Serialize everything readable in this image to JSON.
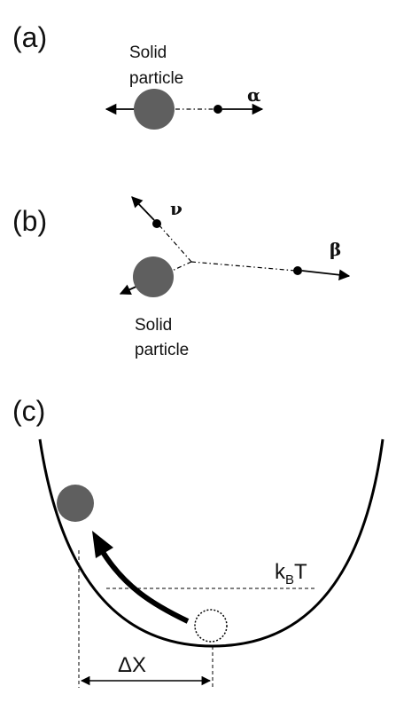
{
  "panels": [
    {
      "id": "a",
      "label": "(a)"
    },
    {
      "id": "b",
      "label": "(b)"
    },
    {
      "id": "c",
      "label": "(c)"
    }
  ],
  "panel_a": {
    "caption_line1": "Solid",
    "caption_line2": "particle",
    "alpha_symbol": "α"
  },
  "panel_b": {
    "nu_symbol": "ν",
    "beta_symbol": "β",
    "caption_line1": "Solid",
    "caption_line2": "particle"
  },
  "panel_c": {
    "energy_main": "k",
    "energy_sub": "B",
    "energy_tail": "T",
    "displacement_label": "ΔX"
  },
  "colors": {
    "particle_fill": "#5f5f5f",
    "line": "#000000"
  }
}
